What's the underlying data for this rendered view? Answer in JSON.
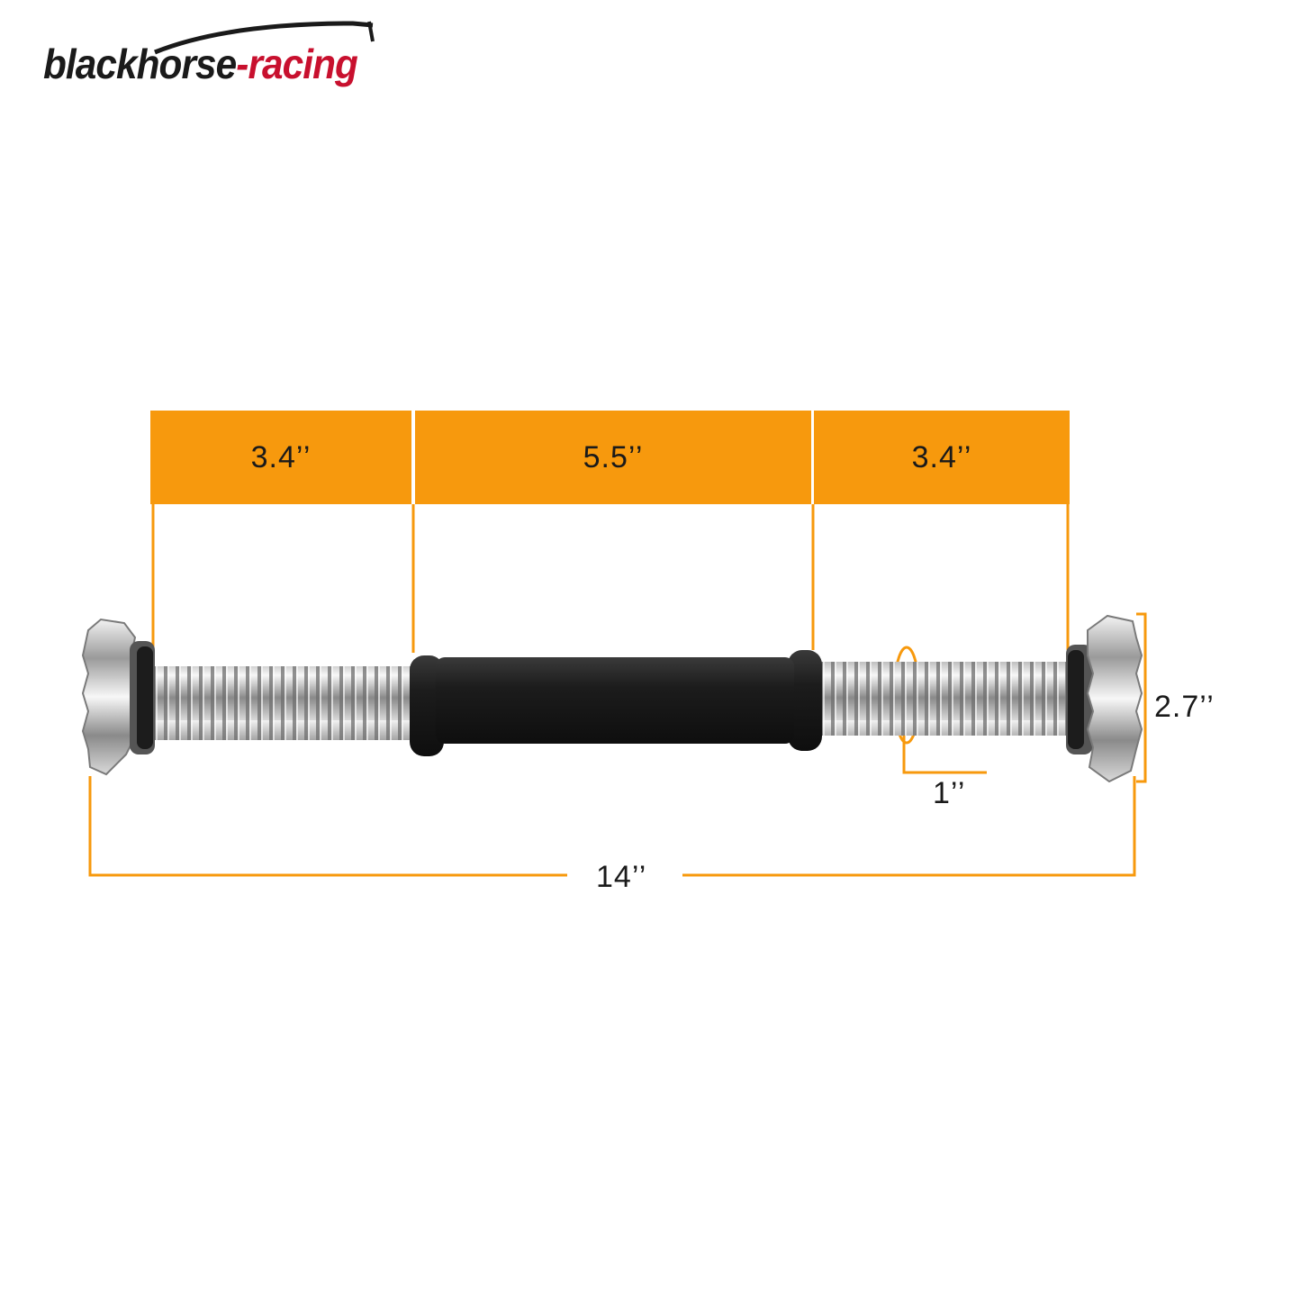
{
  "brand": {
    "part1": "blackhorse",
    "part2": "-racing",
    "dark_color": "#1a1a1a",
    "accent_color": "#c8102e"
  },
  "segments": {
    "left": "3.4’’",
    "middle": "5.5’’",
    "right": "3.4’’"
  },
  "dimensions": {
    "collar": "1’’",
    "total_length": "14’’",
    "height": "2.7’’"
  },
  "colors": {
    "orange": "#f7990d",
    "chrome": "#c9c9c9",
    "grip": "#222222"
  },
  "icons": [
    "spinlock-collar-icon",
    "dumbbell-handle-icon"
  ]
}
